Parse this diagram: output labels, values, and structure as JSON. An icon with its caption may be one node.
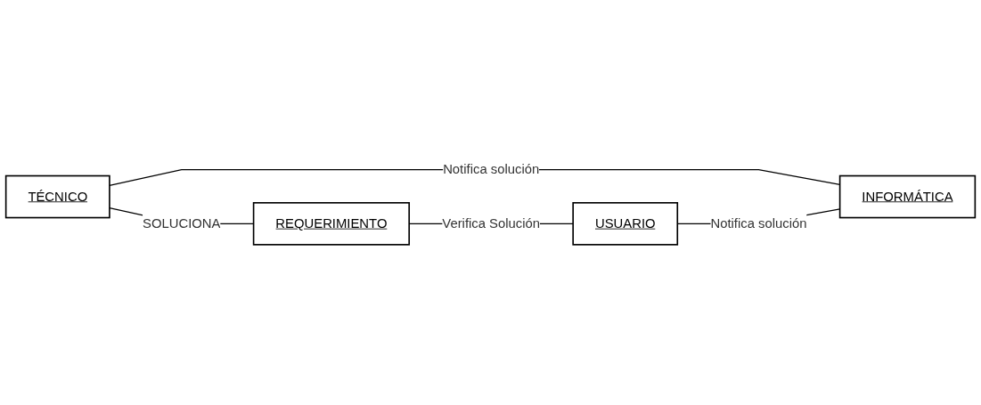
{
  "diagram": {
    "nodes": [
      {
        "text": [
          "TÉCNICO"
        ]
      },
      {
        "text": [
          "REQUERIMIENTO"
        ]
      },
      {
        "text": [
          "USUARIO"
        ]
      },
      {
        "text": [
          "INFORMÁTICA"
        ]
      }
    ],
    "edges": [
      {
        "from": 0,
        "to": 1,
        "arrow": "none",
        "label": "SOLUCIONA"
      },
      {
        "from": 1,
        "to": 2,
        "arrow": "none",
        "label": "Verifica Solución"
      },
      {
        "from": 0,
        "to": 3,
        "arrow": "none",
        "label": "Notifica solución"
      },
      {
        "from": 2,
        "to": 3,
        "arrow": "none",
        "label": "Notifica solución"
      }
    ]
  }
}
